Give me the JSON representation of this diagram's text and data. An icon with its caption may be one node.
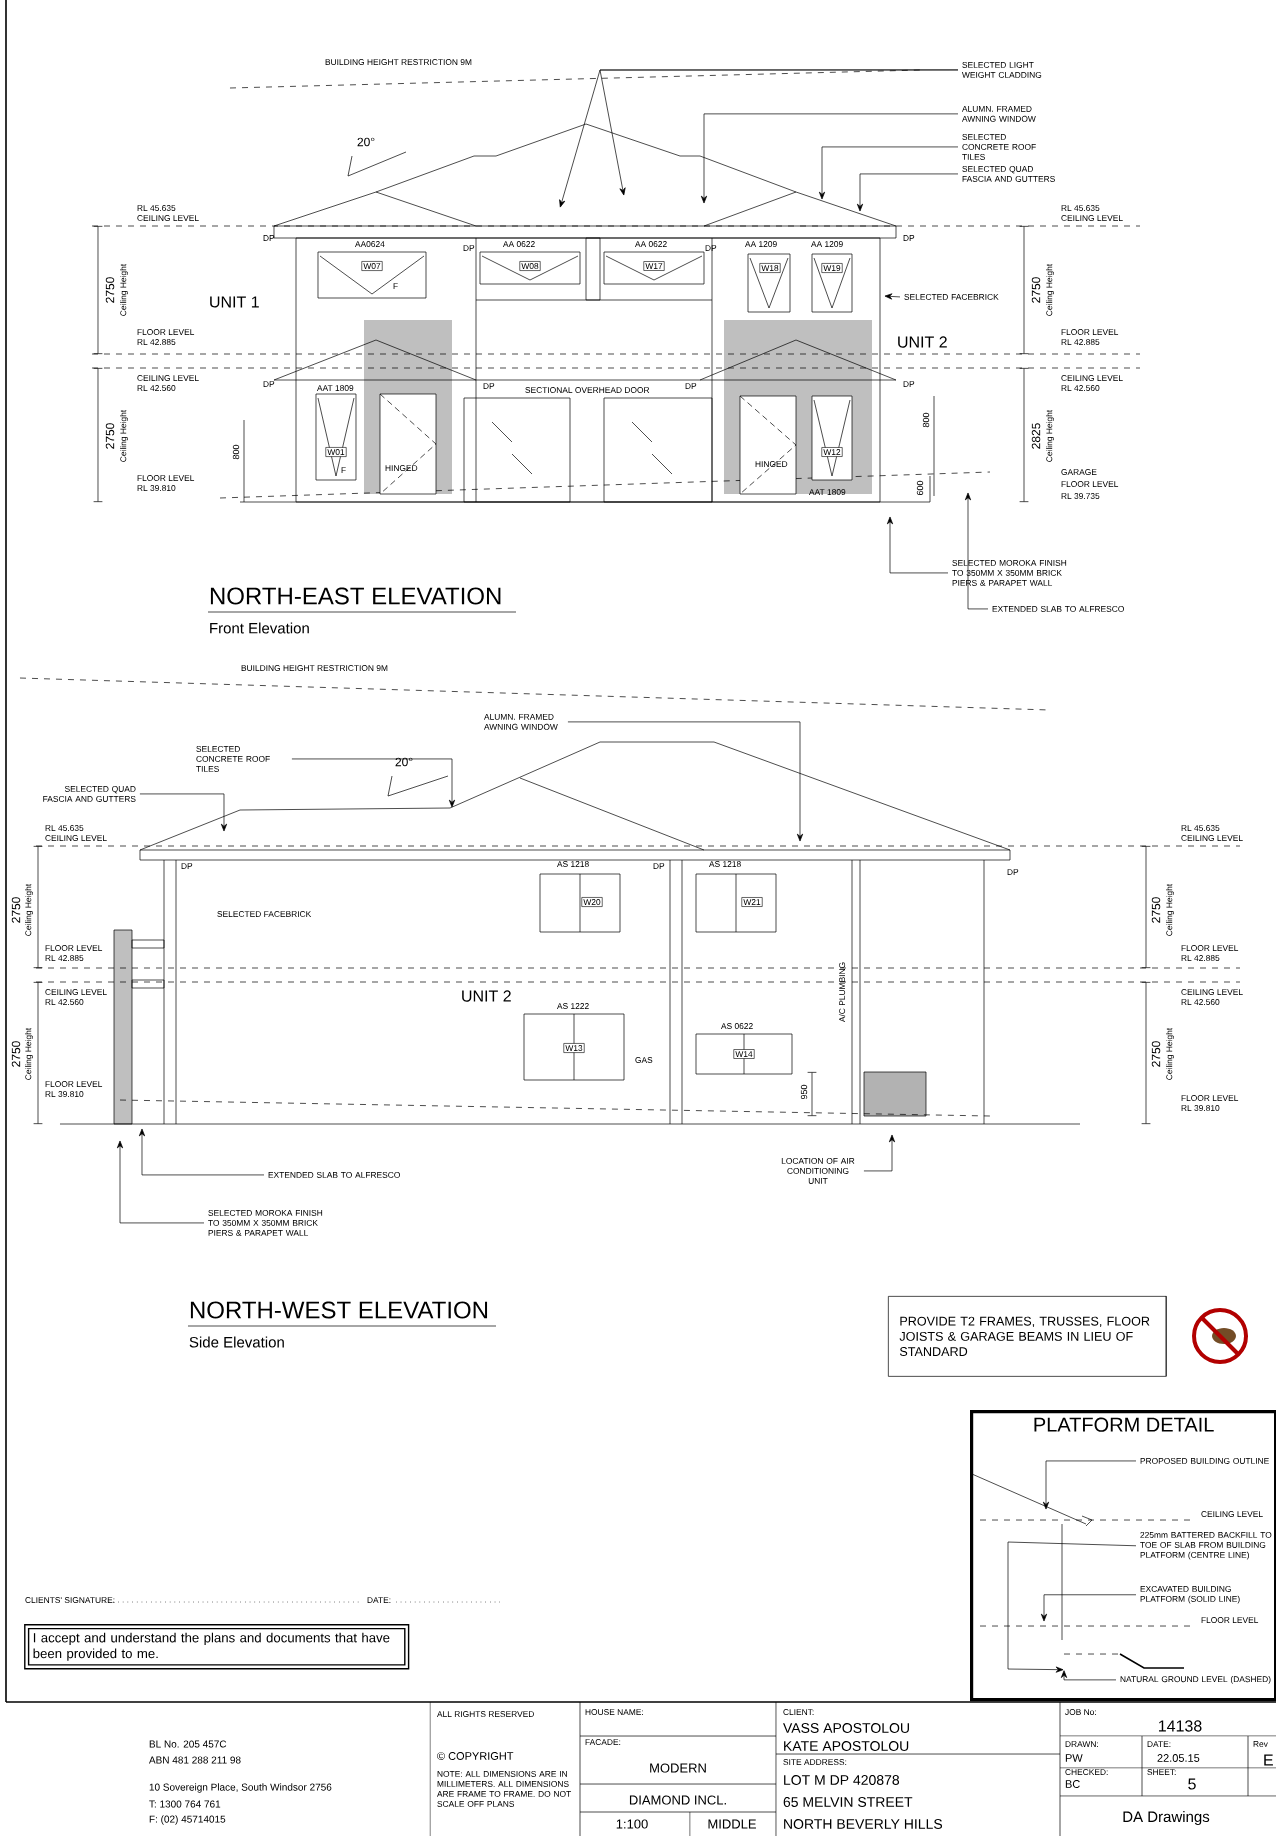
{
  "diagram": {
    "nodes": [
      {
        "text": [
          "SELECTED LIGHT WEIGHT CLADDING"
        ]
      },
      {
        "text": [
          "ALUMN. FRAMED AWNING WINDOW"
        ]
      },
      {
        "text": [
          "SELECTED CONCRETE ROOF TILES"
        ]
      },
      {
        "text": [
          "SELECTED QUAD FASCIA AND GUTTERS"
        ]
      },
      {
        "text": [
          "SELECTED FACEBRICK"
        ]
      },
      {
        "text": [
          "SELECTED MOROKA FINISH TO 350MM X 350MM BRICK PIERS & PARAPET WALL"
        ]
      },
      {
        "text": [
          "EXTENDED SLAB TO ALFRESCO"
        ]
      },
      {
        "text": [
          "ALUMN. FRAMED AWNING WINDOW"
        ]
      },
      {
        "text": [
          "SELECTED CONCRETE ROOF TILES"
        ]
      },
      {
        "text": [
          "SELECTED QUAD FASCIA AND GUTTERS"
        ]
      },
      {
        "text": [
          "EXTENDED SLAB TO ALFRESCO"
        ]
      },
      {
        "text": [
          "SELECTED MOROKA FINISH TO 350MM X 350MM BRICK PIERS & PARAPET WALL"
        ]
      },
      {
        "text": [
          "LOCATION OF AIR CONDITIONING UNIT"
        ]
      },
      {
        "text": [
          "PROVIDE T2 FRAMES, TRUSSES, FLOOR JOISTS & GARAGE BEAMS IN LIEU OF STANDARD"
        ]
      },
      {
        "text": [
          "PLATFORM DETAIL"
        ]
      },
      {
        "text": [
          "PROPOSED BUILDING OUTLINE"
        ],
        "in": 14
      },
      {
        "text": [
          "225mm BATTERED BACKFILL TO TOE OF SLAB FROM BUILDING PLATFORM (CENTRE LINE)"
        ],
        "in": 14
      },
      {
        "text": [
          "EXCAVATED BUILDING PLATFORM (SOLID LINE)"
        ],
        "in": 14
      },
      {
        "text": [
          "NATURAL GROUND LEVEL (DASHED)"
        ],
        "in": 14
      },
      {
        "text": [
          "I accept and understand the plans and documents that have been provided to me."
        ]
      },
      {
        "text": [],
        "shape": "line",
        "in": 14
      }
    ],
    "edges": [
      {
        "from": 0,
        "to": null,
        "arrow": "to"
      },
      {
        "from": 0,
        "to": null,
        "arrow": "to"
      },
      {
        "from": 1,
        "to": null,
        "arrow": "to"
      },
      {
        "from": 2,
        "to": null,
        "arrow": "to"
      },
      {
        "from": 3,
        "to": null,
        "arrow": "to"
      },
      {
        "from": 4,
        "to": null,
        "arrow": "to"
      },
      {
        "from": 5,
        "to": null,
        "arrow": "to"
      },
      {
        "from": 6,
        "to": null,
        "arrow": "to"
      },
      {
        "from": 7,
        "to": null,
        "arrow": "to"
      },
      {
        "from": 8,
        "to": null,
        "arrow": "to"
      },
      {
        "from": 9,
        "to": null,
        "arrow": "to"
      },
      {
        "from": 10,
        "to": null,
        "arrow": "to"
      },
      {
        "from": 11,
        "to": null,
        "arrow": "to"
      },
      {
        "from": 12,
        "to": null,
        "arrow": "to"
      },
      {
        "from": 15,
        "to": null,
        "arrow": "to"
      },
      {
        "from": 16,
        "to": 20,
        "arrow": "to"
      },
      {
        "from": 17,
        "to": null,
        "arrow": "to"
      },
      {
        "from": 18,
        "to": 20,
        "arrow": "to"
      }
    ],
    "labels": [
      "BUILDING HEIGHT RESTRICTION 9M",
      "20°",
      "RL 45.635",
      "CEILING LEVEL",
      "RL 45.635",
      "CEILING LEVEL",
      "DP",
      "AA0624",
      "DP",
      "AA 0622",
      "AA 0622",
      "DP",
      "AA 1209",
      "AA 1209",
      "DP",
      "W07",
      "F",
      "W08",
      "W17",
      "W18",
      "W19",
      "2750",
      "Ceiling Height",
      "UNIT 1",
      "2750",
      "Ceiling Height",
      "FLOOR LEVEL",
      "RL 42.885",
      "UNIT 2",
      "FLOOR LEVEL",
      "RL 42.885",
      "CEILING LEVEL",
      "RL 42.560",
      "DP",
      "AAT 1809",
      "DP",
      "SECTIONAL OVERHEAD DOOR",
      "DP",
      "DP",
      "CEILING LEVEL",
      "RL 42.560",
      "2750",
      "Ceiling Height",
      "2825",
      "Ceiling Height",
      "800",
      "W01",
      "F",
      "800",
      "W12",
      "HINGED",
      "HINGED",
      "AAT 1809",
      "600",
      "GARAGE",
      "FLOOR LEVEL",
      "RL 39.735",
      "FLOOR LEVEL",
      "RL 39.810",
      "NORTH-EAST ELEVATION",
      "Front Elevation",
      "BUILDING HEIGHT RESTRICTION 9M",
      "20°",
      "RL 45.635",
      "CEILING LEVEL",
      "RL 45.635",
      "CEILING LEVEL",
      "DP",
      "AS 1218",
      "DP",
      "AS 1218",
      "DP",
      "W20",
      "W21",
      "SELECTED FACEBRICK",
      "2750",
      "Ceiling Height",
      "2750",
      "Ceiling Height",
      "FLOOR LEVEL",
      "RL 42.885",
      "FLOOR LEVEL",
      "RL 42.885",
      "CEILING LEVEL",
      "RL 42.560",
      "UNIT 2",
      "CEILING LEVEL",
      "RL 42.560",
      "A/C PLUMBING",
      "AS 1222",
      "AS 0622",
      "W13",
      "GAS",
      "W14",
      "950",
      "2750",
      "Ceiling Height",
      "2750",
      "Ceiling Height",
      "FLOOR LEVEL",
      "RL 39.810",
      "FLOOR LEVEL",
      "RL 39.810",
      "NORTH-WEST ELEVATION",
      "Side Elevation",
      "CEILING LEVEL",
      "FLOOR LEVEL",
      "CLIENTS' SIGNATURE:",
      "DATE:",
      "BL No. 205 457C",
      "ABN 481 288 211 98",
      "10 Sovereign Place, South Windsor 2756",
      "T: 1300 764 761",
      "F: (02) 45714015",
      "ALL RIGHTS RESERVED",
      "© COPYRIGHT",
      "NOTE: ALL DIMENSIONS ARE IN MILLIMETERS. ALL DIMENSIONS ARE FRAME TO FRAME. DO NOT SCALE OFF PLANS",
      "HOUSE NAME:",
      "FACADE:",
      "MODERN",
      "DIAMOND INCL.",
      "1:100",
      "MIDDLE",
      "CLIENT:",
      "VASS APOSTOLOU",
      "KATE APOSTOLOU",
      "SITE ADDRESS:",
      "LOT M DP 420878",
      "65 MELVIN STREET",
      "NORTH BEVERLY HILLS",
      "JOB No:",
      "14138",
      "DRAWN:",
      "PW",
      "DATE:",
      "22.05.15",
      "Rev",
      "E",
      "CHECKED:",
      "BC",
      "SHEET:",
      "5",
      "DA Drawings"
    ]
  }
}
